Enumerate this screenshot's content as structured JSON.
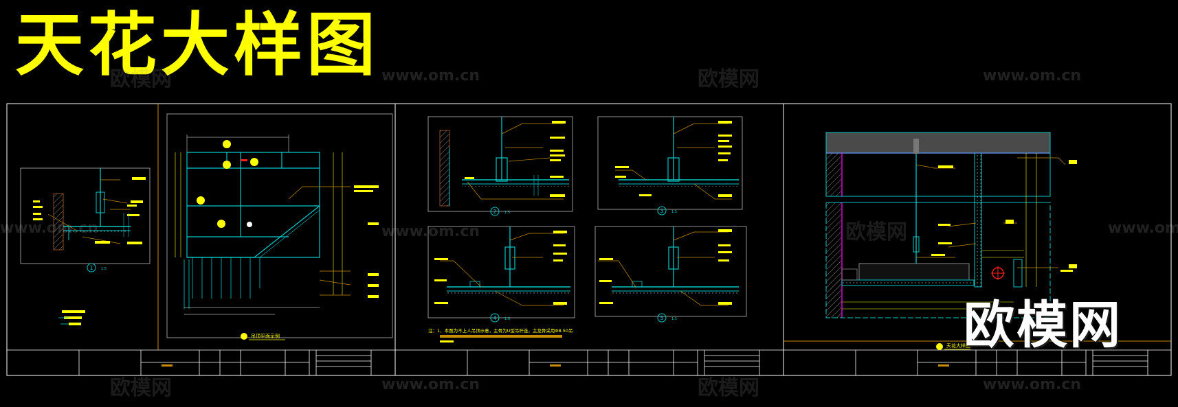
{
  "title": "天花大样图",
  "watermarks": {
    "brand": "欧模网",
    "url": "www.om.cn",
    "logo": "欧模网"
  },
  "sheets": [
    {
      "details": [
        {
          "number": "1",
          "scale": "1:5"
        }
      ],
      "plan_caption": "吊顶平面示例"
    },
    {
      "details": [
        {
          "number": "2",
          "scale": "1:5"
        },
        {
          "number": "3",
          "scale": "1:5"
        },
        {
          "number": "4",
          "scale": "1:5"
        },
        {
          "number": "5",
          "scale": "1:5"
        }
      ],
      "note": "注：1、本图为不上人吊顶示意，主骨为U型吊杆连，主龙骨采用Φ8.50吊"
    },
    {
      "section_caption": "天花大样图"
    }
  ],
  "colors": {
    "title": "#FFFF00",
    "frame": "#FFFFFF",
    "cyan": "#00C8C8",
    "yellow": "#FFFF00",
    "magenta": "#FF00FF",
    "orange": "#C89000",
    "red": "#FF2020"
  }
}
